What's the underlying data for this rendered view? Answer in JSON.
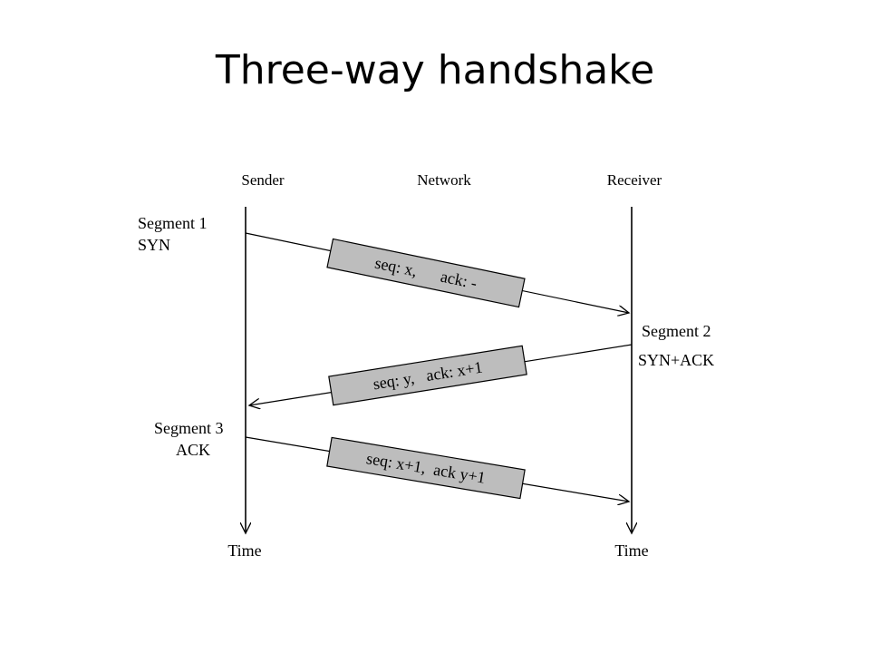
{
  "title": "Three-way handshake",
  "headers": {
    "sender": "Sender",
    "network": "Network",
    "receiver": "Receiver"
  },
  "segments": [
    {
      "name": "Segment 1",
      "flags": "SYN",
      "packet": "seq: x,      ack: -",
      "direction": "sender-to-receiver"
    },
    {
      "name": "Segment 2",
      "flags": "SYN+ACK",
      "packet": "seq: y,   ack: x+1",
      "direction": "receiver-to-sender"
    },
    {
      "name": "Segment 3",
      "flags": "ACK",
      "packet": "seq: x+1,  ack y+1",
      "direction": "sender-to-receiver"
    }
  ],
  "time_labels": {
    "sender": "Time",
    "receiver": "Time"
  }
}
